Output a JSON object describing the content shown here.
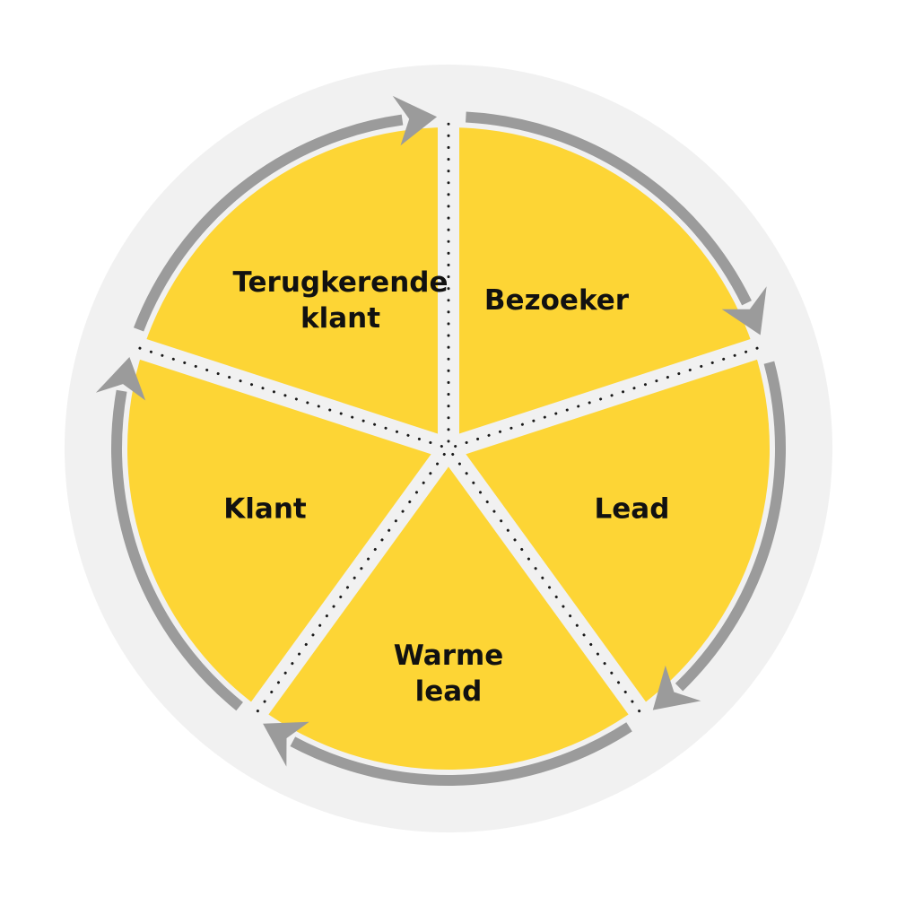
{
  "colors": {
    "background_ring": "#f1f1f1",
    "segment_fill": "#fdd535",
    "arrow": "#9b9b9b",
    "divider_dots": "#1a1a1a",
    "label_text": "#111111"
  },
  "segments": [
    {
      "key": "bezoeker",
      "lines": [
        "Bezoeker"
      ]
    },
    {
      "key": "lead",
      "lines": [
        "Lead"
      ]
    },
    {
      "key": "warme-lead",
      "lines": [
        "Warme",
        "lead"
      ]
    },
    {
      "key": "klant",
      "lines": [
        "Klant"
      ]
    },
    {
      "key": "terugkerende-klant",
      "lines": [
        "Terugkerende",
        "klant"
      ]
    }
  ],
  "flow_direction": "clockwise"
}
